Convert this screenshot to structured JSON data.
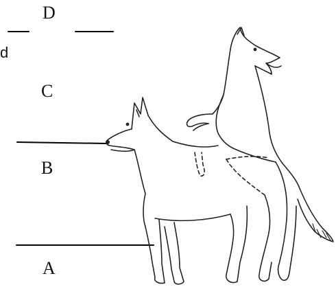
{
  "labels": {
    "a": "A",
    "b": "B",
    "c": "C",
    "d": "D"
  },
  "fragment": "d",
  "colors": {
    "ink": "#111111",
    "background": "#ffffff"
  }
}
